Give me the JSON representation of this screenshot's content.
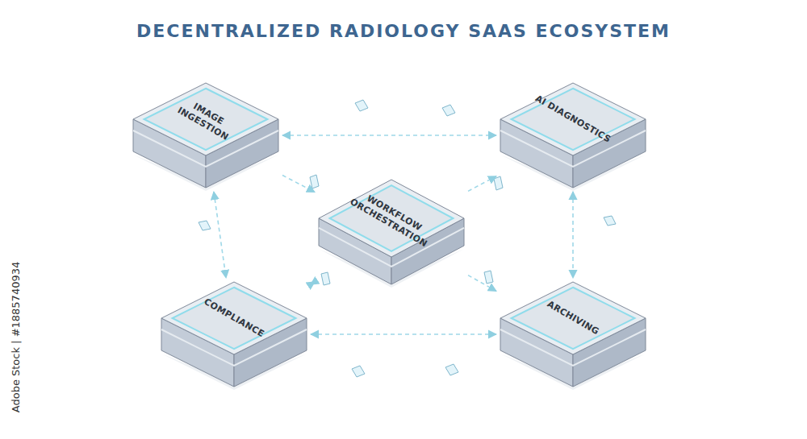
{
  "diagram": {
    "title": "DECENTRALIZED RADIOLOGY SAAS ECOSYSTEM",
    "nodes": [
      {
        "text": [
          "IMAGE INGESTION"
        ]
      },
      {
        "text": [
          "AI DIAGNOSTICS"
        ]
      },
      {
        "text": [
          "WORKFLOW ORCHESTRATION"
        ]
      },
      {
        "text": [
          "COMPLIANCE"
        ]
      },
      {
        "text": [
          "ARCHIVING"
        ]
      }
    ],
    "edges": [
      {
        "from": 0,
        "to": 1,
        "arrow": "both"
      },
      {
        "from": 0,
        "to": 2,
        "arrow": "to"
      },
      {
        "from": 2,
        "to": 1,
        "arrow": "to"
      },
      {
        "from": 0,
        "to": 3,
        "arrow": "both"
      },
      {
        "from": 1,
        "to": 4,
        "arrow": "both"
      },
      {
        "from": 3,
        "to": 2,
        "arrow": "both"
      },
      {
        "from": 2,
        "to": 4,
        "arrow": "to"
      },
      {
        "from": 3,
        "to": 4,
        "arrow": "both"
      }
    ],
    "labels": [
      "Adobe Stock | #1885740934"
    ]
  }
}
